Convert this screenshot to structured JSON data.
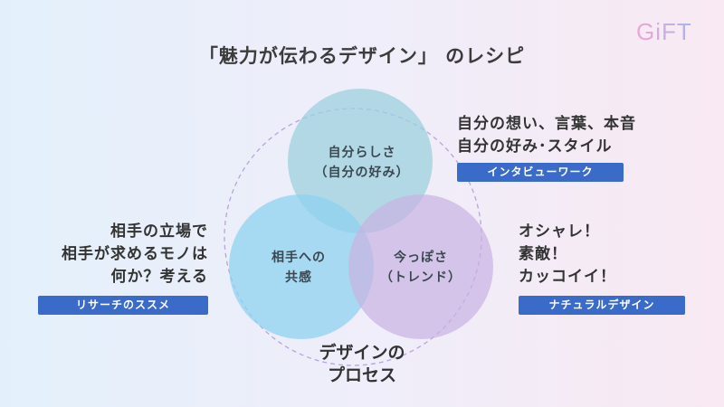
{
  "logo": "GiFT",
  "title": "「魅力が伝わるデザイン」 のレシピ",
  "circles": {
    "top": [
      "自分らしさ",
      "（自分の好み）"
    ],
    "left": [
      "相手への",
      "共感"
    ],
    "right": [
      "今っぽさ",
      "（トレンド）"
    ]
  },
  "process": [
    "デザインの",
    "プロセス"
  ],
  "top_right": {
    "lines": [
      "自分の想い、言葉、本音",
      "自分の好み･スタイル"
    ],
    "tag": "インタビューワーク"
  },
  "left_block": {
    "lines": [
      "相手の立場で",
      "相手が求めるモノは",
      "何か？考える"
    ],
    "tag": "リサーチのススメ"
  },
  "right_block": {
    "lines": [
      "オシャレ！",
      "素敵！",
      "カッコイイ！"
    ],
    "tag": "ナチュラルデザイン"
  },
  "colors": {
    "accent": "#3a6bc9",
    "circle_top": "#9ed0dd",
    "circle_left": "#8fd2ef",
    "circle_right": "#c9b2e3",
    "dashed_ring": "#b9a3d9"
  }
}
